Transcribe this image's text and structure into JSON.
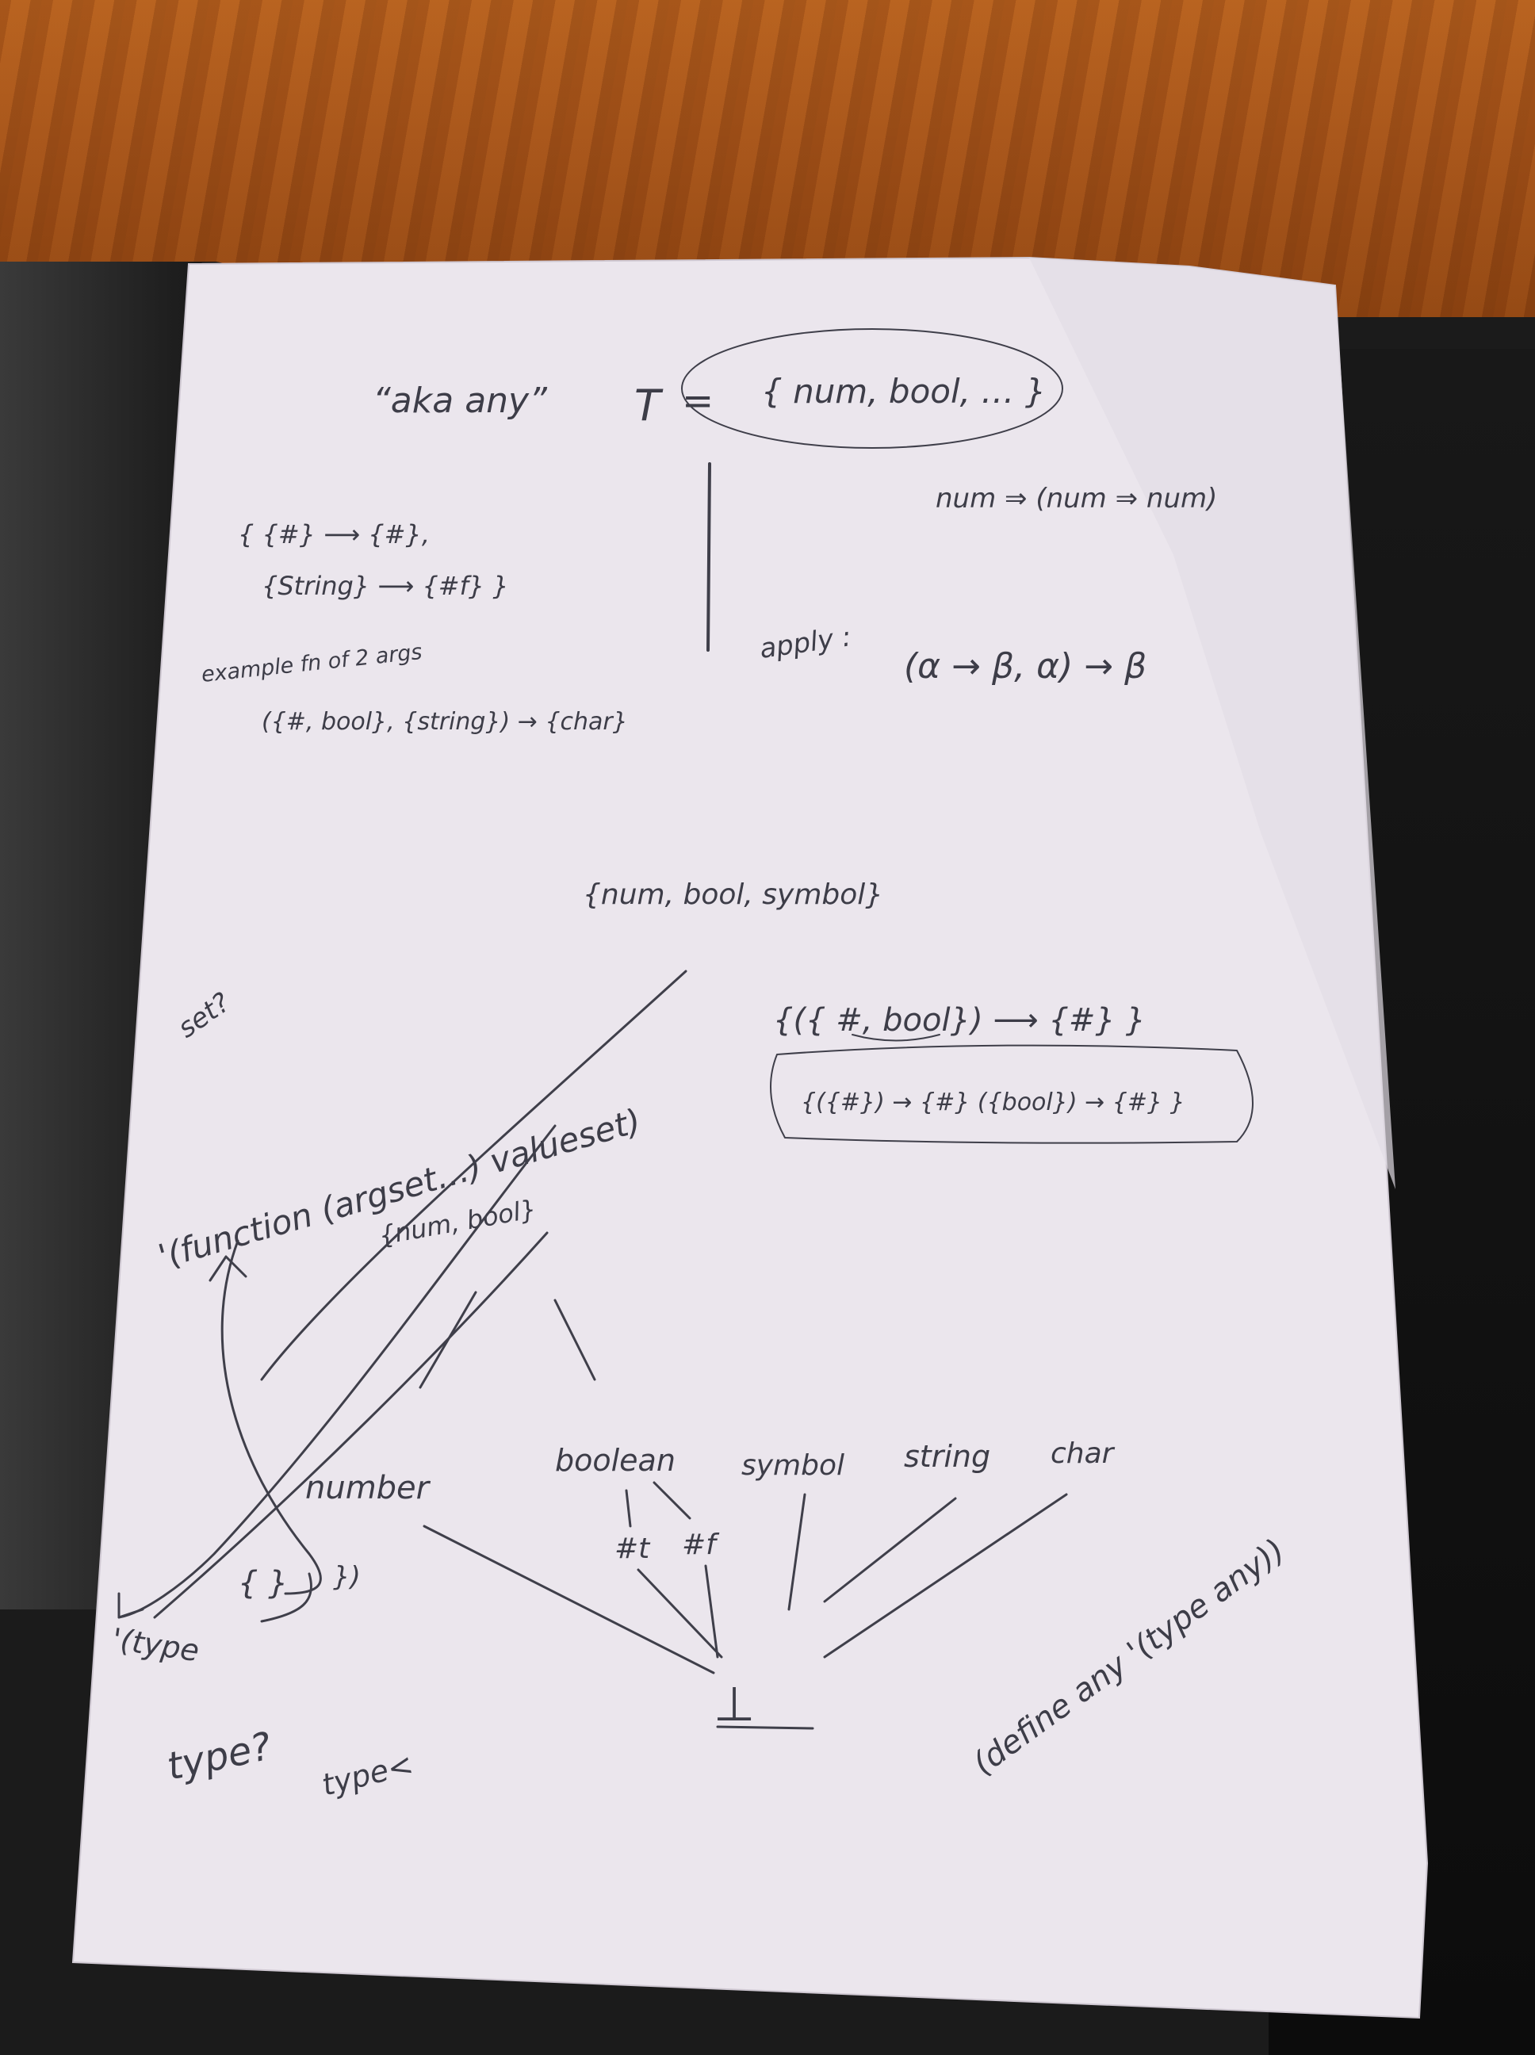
{
  "notes": {
    "top_left_quote": "“aka any”",
    "top_symbol": "T",
    "top_equals": "=",
    "top_set": "{ num, bool, … }",
    "curried": "num ⇒ (num ⇒ num)",
    "set_func_line1": "{  {#} ⟶ {#},",
    "set_func_line2": "{String} ⟶ {#f}  }",
    "example_caption": "example fn of 2 args",
    "example_sig": "({#, bool}, {string}) → {char}",
    "apply_label": "apply :",
    "apply_sig": "(α → β,  α) → β",
    "middle_set": "{num, bool, symbol}",
    "set_question": "set?",
    "arrow_line1": "{({ #, bool}) ⟶ {#} }",
    "arrow_line2": "{({#}) → {#} ({bool}) → {#} }",
    "function_form": "'(function (argset…) valueset)",
    "num_bool_set": "{num, bool}",
    "leaf_number": "number",
    "leaf_boolean": "boolean",
    "leaf_symbol": "symbol",
    "leaf_string": "string",
    "leaf_char": "char",
    "true_lit": "#t",
    "false_lit": "#f",
    "bottom": "⊥",
    "type_form": "'(type",
    "type_braces": "{ }",
    "type_close": "})",
    "type_question": "type?",
    "type_less": "type<",
    "define_any": "(define any '(type any))"
  }
}
